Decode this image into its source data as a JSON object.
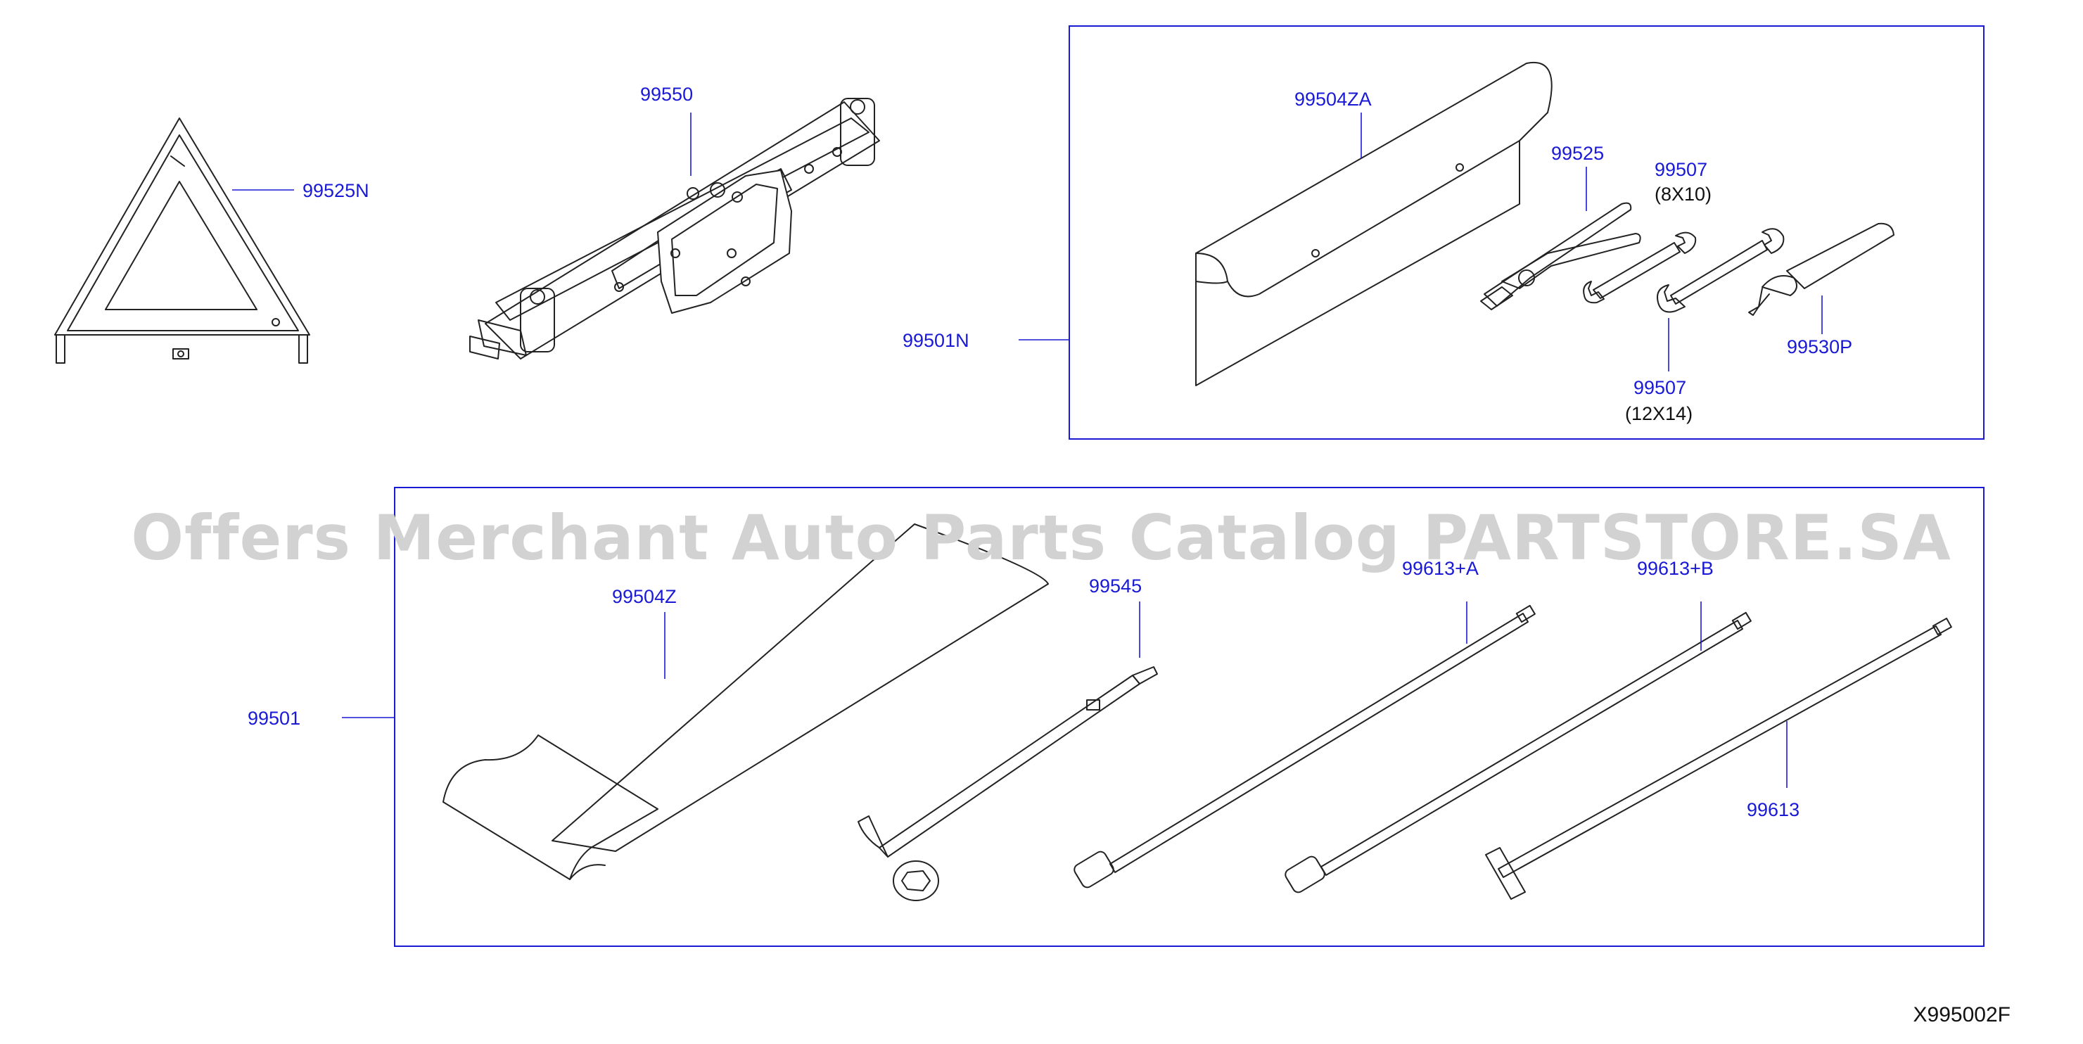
{
  "watermark": "Offers Merchant Auto Parts Catalog PARTSTORE.SA",
  "diagram_code": "X995002F",
  "labels": {
    "p99525N": "99525N",
    "p99550": "99550",
    "p99504ZA": "99504ZA",
    "p99525": "99525",
    "p99507_a": "99507",
    "p99507_a_size": "(8X10)",
    "p99501N": "99501N",
    "p99507_b": "99507",
    "p99507_b_size": "(12X14)",
    "p99530P": "99530P",
    "p99504Z": "99504Z",
    "p99545": "99545",
    "p99613A": "99613+A",
    "p99613B": "99613+B",
    "p99501": "99501",
    "p99613": "99613"
  },
  "colors": {
    "label": "#1a1ad6",
    "line_art": "#222222",
    "watermark": "#d2d2d2"
  }
}
